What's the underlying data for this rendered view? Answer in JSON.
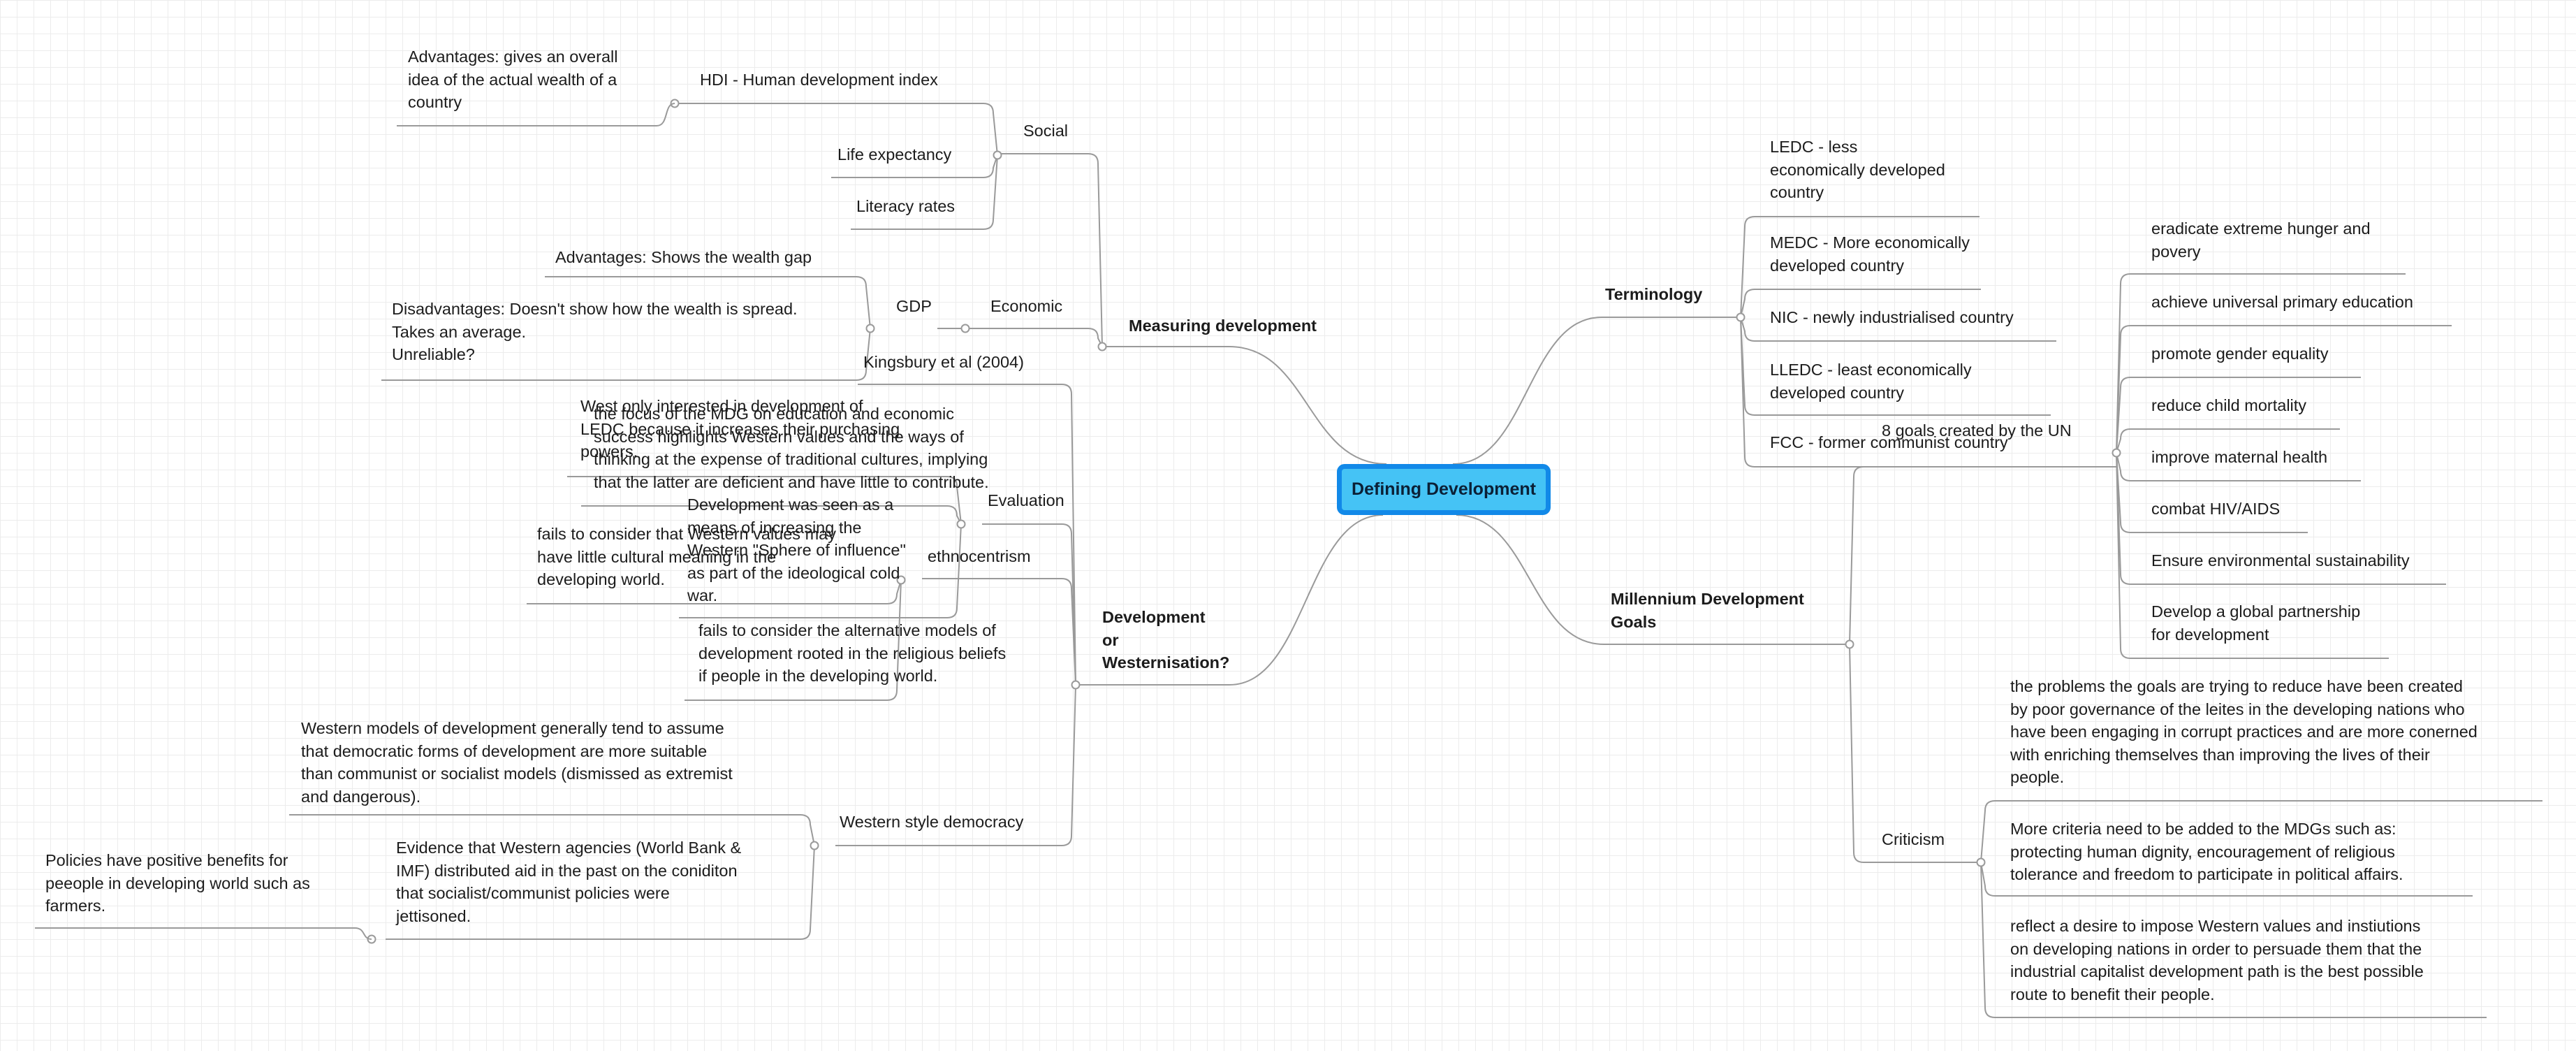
{
  "colors": {
    "root_fill": "#45c3f5",
    "root_border": "#1289e8",
    "branch_line": "#9a9a9a",
    "text": "#1c1c1c",
    "grid": "#ececec"
  },
  "map": {
    "root": "Defining Development",
    "right": {
      "terminology": {
        "title": "Terminology",
        "items": [
          "LEDC - less\neconomically developed\ncountry",
          "MEDC - More economically\ndeveloped country",
          "NIC - newly industrialised country",
          "LLEDC - least economically\ndeveloped country",
          "FCC - former communist country"
        ]
      },
      "mdg": {
        "title": "Millennium Development\nGoals",
        "goals_label": "8 goals created by the UN",
        "goals": [
          "eradicate extreme hunger and\npovery",
          "achieve universal primary education",
          "promote gender equality",
          "reduce child mortality",
          "improve maternal health",
          "combat HIV/AIDS",
          "Ensure environmental sustainability",
          "Develop a global partnership\nfor development"
        ],
        "criticism_label": "Criticism",
        "criticism": [
          "the problems the goals are trying to reduce have been created\nby poor governance of the leites in the developing nations who\nhave been engaging in corrupt practices and are more conerned\nwith enriching themselves than improving the lives of their\npeople.",
          "More criteria need to be added to the MDGs such as:\nprotecting human dignity, encouragement of religious\ntolerance and freedom to participate in political affairs.",
          "reflect a desire to impose Western values and instiutions\non developing nations in order to persuade them that the\nindustrial capitalist development path is the best possible\nroute to benefit their people."
        ]
      }
    },
    "left": {
      "measuring": {
        "title": "Measuring development",
        "social": {
          "label": "Social",
          "hdi": "HDI - Human development index",
          "hdi_adv": "Advantages: gives an overall\nidea of the actual wealth of a\ncountry",
          "life": "Life expectancy",
          "literacy": "Literacy rates"
        },
        "economic": {
          "label": "Economic",
          "gdp": "GDP",
          "adv": "Advantages: Shows the wealth gap",
          "disadv": "Disadvantages: Doesn't show how the wealth is spread.\nTakes an average.\nUnreliable?"
        }
      },
      "westernisation": {
        "title": "Development\nor\nWesternisation?",
        "kingsbury": "Kingsbury et al (2004)",
        "evaluation": "Evaluation",
        "west_only": "West only interested in development of\nLEDC because it increases their purchasing\npowers.",
        "mdg_focus": "the focus of the MDG on education and economic\nsuccess highlights Western values and the ways of\nthinking at the expense of traditional cultures, implying\nthat the latter are deficient and have little to contribute.",
        "sphere": "Development was seen as a\nmeans of increasing the\nWestern \"Sphere of influence\"\nas part of the ideological cold\nwar.",
        "ethno": "ethnocentrism",
        "ethno_a": "fails to consider that Western values may\nhave little cultural meaning in the\ndeveloping world.",
        "ethno_b": "fails to consider the alternative models of\ndevelopment rooted in the religious beliefs\nif people in the developing world.",
        "democracy": "Western style democracy",
        "democracy_a": "Western models of development generally tend to assume\nthat democratic forms of development are more suitable\nthan communist or socialist models (dismissed as extremist\nand dangerous).",
        "democracy_b": "Evidence that Western agencies (World Bank &\nIMF) distributed aid in the past on the coniditon\nthat socialist/communist policies were\njettisoned.",
        "democracy_b_sub": "Policies have positive benefits for\npeeople in developing world such as\nfarmers."
      }
    }
  }
}
